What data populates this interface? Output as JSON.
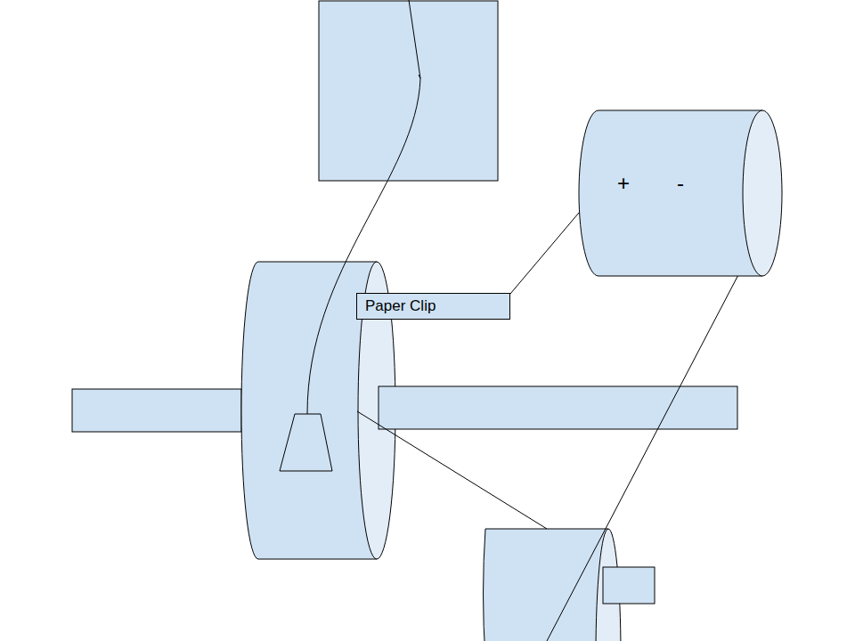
{
  "diagram": {
    "nodes": [
      {
        "text": [
          "Paper Clip"
        ]
      },
      {
        "text": [
          "+",
          "-"
        ]
      }
    ],
    "edges": [
      {
        "from": 0,
        "to": 1,
        "arrow": "none"
      }
    ]
  }
}
